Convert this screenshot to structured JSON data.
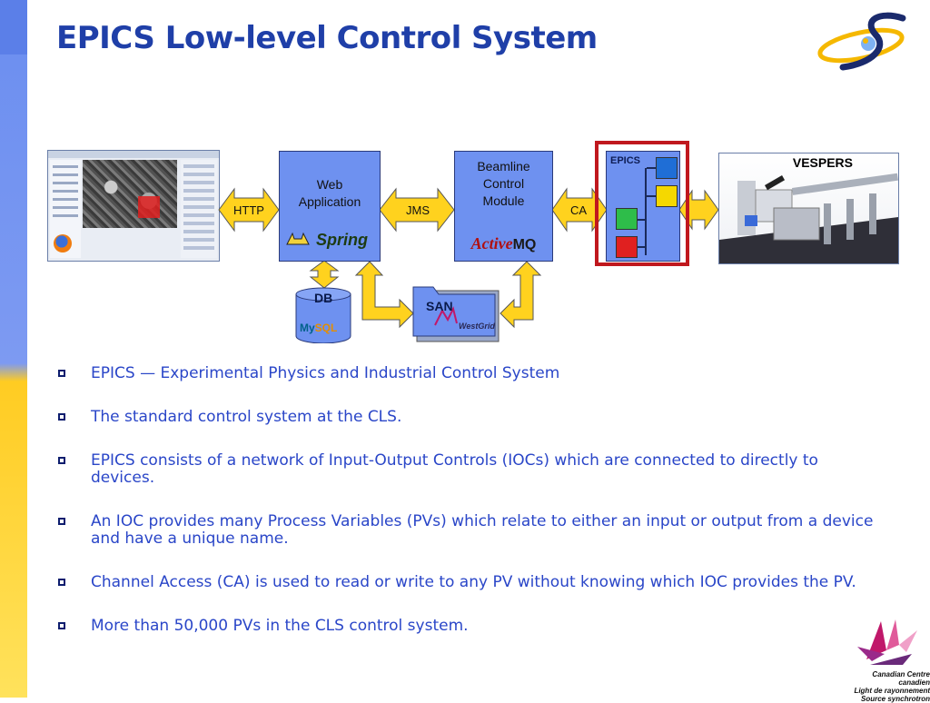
{
  "slide": {
    "title": "EPICS Low-level Control System",
    "colors": {
      "accent": "#1f3fa8",
      "bullet_text": "#2a46c8",
      "arrow_fill": "#ffd21e",
      "box_fill": "#6e91f0",
      "frame": "#c0181e"
    }
  },
  "diagram": {
    "web_app": {
      "label": "Web Application",
      "logo": "Spring"
    },
    "bcm": {
      "label": "Beamline Control Module",
      "logo_active": "Active",
      "logo_mq": "MQ"
    },
    "epics": {
      "label": "EPICS"
    },
    "vespers": {
      "label": "VESPERS"
    },
    "http": "HTTP",
    "jms": "JMS",
    "ca": "CA",
    "db": {
      "label": "DB",
      "logo_my": "My",
      "logo_sql": "SQL"
    },
    "san": {
      "label": "SAN",
      "logo_west": "West",
      "logo_grid": "Grid"
    }
  },
  "bullets": [
    "EPICS — Experimental Physics and Industrial Control System",
    "The standard control system at the CLS.",
    "EPICS consists of a network of Input-Output Controls (IOCs) which are connected to directly to devices.",
    "An IOC provides many Process Variables (PVs) which relate to either an input or output from a device and have a unique name.",
    "Channel Access (CA) is used to read or write to any PV without knowing which IOC provides the PV.",
    "More than 50,000 PVs in the CLS control system."
  ],
  "footer_logo": {
    "line1": "Canadian  Centre canadien",
    "line2": "Light  de rayonnement",
    "line3": "Source  synchrotron"
  }
}
